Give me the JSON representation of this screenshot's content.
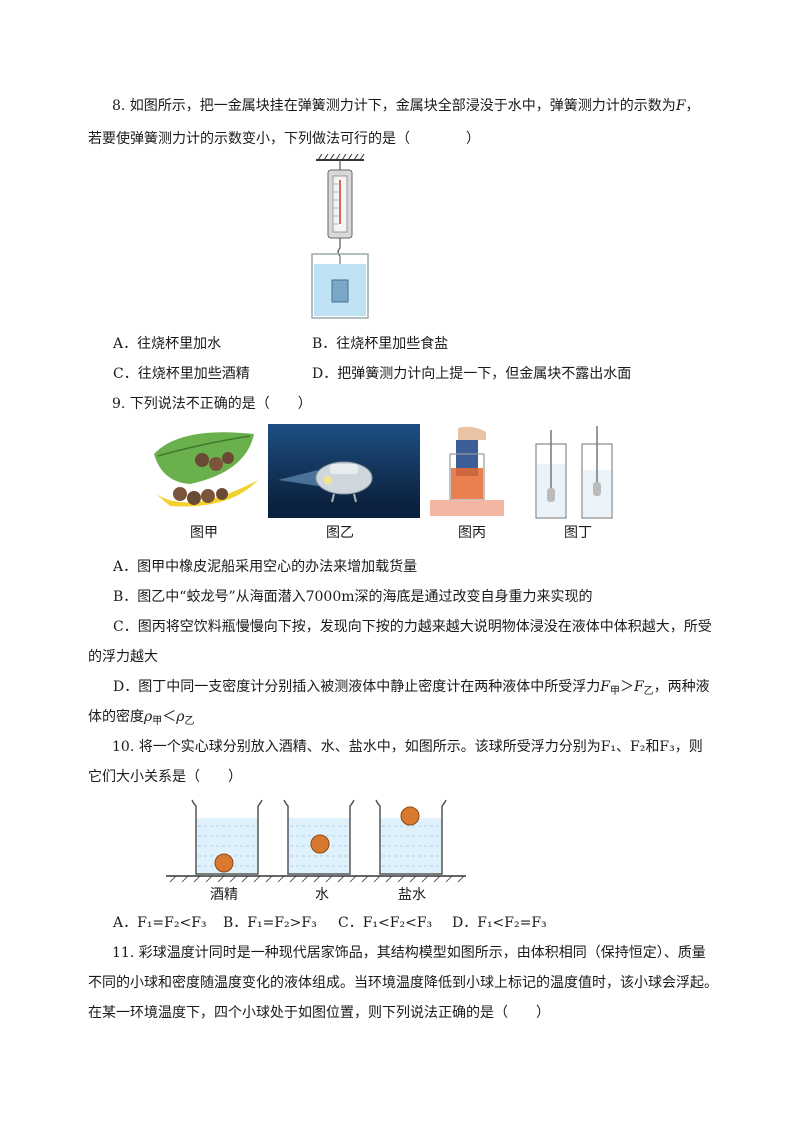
{
  "q8": {
    "line1": "8. 如图所示，把一金属块挂在弹簧测力计下，金属块全部浸没于水中，弹簧测力计的示数为",
    "line1_var": "F",
    "line1_end": "，",
    "line2": "若要使弹簧测力计的示数变小，下列做法可行的是（　　　　）",
    "options": {
      "A": "A．往烧杯里加水",
      "B": "B．往烧杯里加些食盐",
      "C": "C．往烧杯里加些酒精",
      "D": "D．把弹簧测力计向上提一下，但金属块不露出水面"
    }
  },
  "q9": {
    "stem": "9. 下列说法不正确的是（　　）",
    "captions": [
      "图甲",
      "图乙",
      "图丙",
      "图丁"
    ],
    "A": "A．图甲中橡皮泥船采用空心的办法来增加载货量",
    "B": "B．图乙中“蛟龙号”从海面潜入7000m深的海底是通过改变自身重力来实现的",
    "C1": "C．图丙将空饮料瓶慢慢向下按，发现向下按的力越来越大说明物体浸没在液体中体积越大，所受",
    "C2": "的浮力越大",
    "D1a": "D．图丁中同一支密度计分别插入被测液体中静止密度计在两种液体中所受浮力",
    "D1_F1": "F",
    "D1_s1": "甲",
    "D1_gt": "＞",
    "D1_F2": "F",
    "D1_s2": "乙",
    "D1_end": "，两种液",
    "D2a": "体的密度",
    "D2_r1": "ρ",
    "D2_s1": "甲",
    "D2_lt": "＜",
    "D2_r2": "ρ",
    "D2_s2": "乙"
  },
  "q10": {
    "line1": "10. 将一个实心球分别放入酒精、水、盐水中，如图所示。该球所受浮力分别为F₁、F₂和F₃，则",
    "line2": "它们大小关系是（　　）",
    "labels": [
      "酒精",
      "水",
      "盐水"
    ],
    "A": "A．F₁=F₂<F₃",
    "B": "B．F₁=F₂>F₃",
    "C": "C．F₁<F₂<F₃",
    "D": "D．F₁<F₂=F₃"
  },
  "q11": {
    "line1": "11. 彩球温度计同时是一种现代居家饰品，其结构模型如图所示，由体积相同（保持恒定）、质量",
    "line2": "不同的小球和密度随温度变化的液体组成。当环境温度降低到小球上标记的温度值时，该小球会浮起。",
    "line3": "在某一环境温度下，四个小球处于如图位置，则下列说法正确的是（　　）"
  },
  "colors": {
    "water": "#bfe3f4",
    "ball": "#d9792f",
    "ocean": "#0d2d52"
  }
}
